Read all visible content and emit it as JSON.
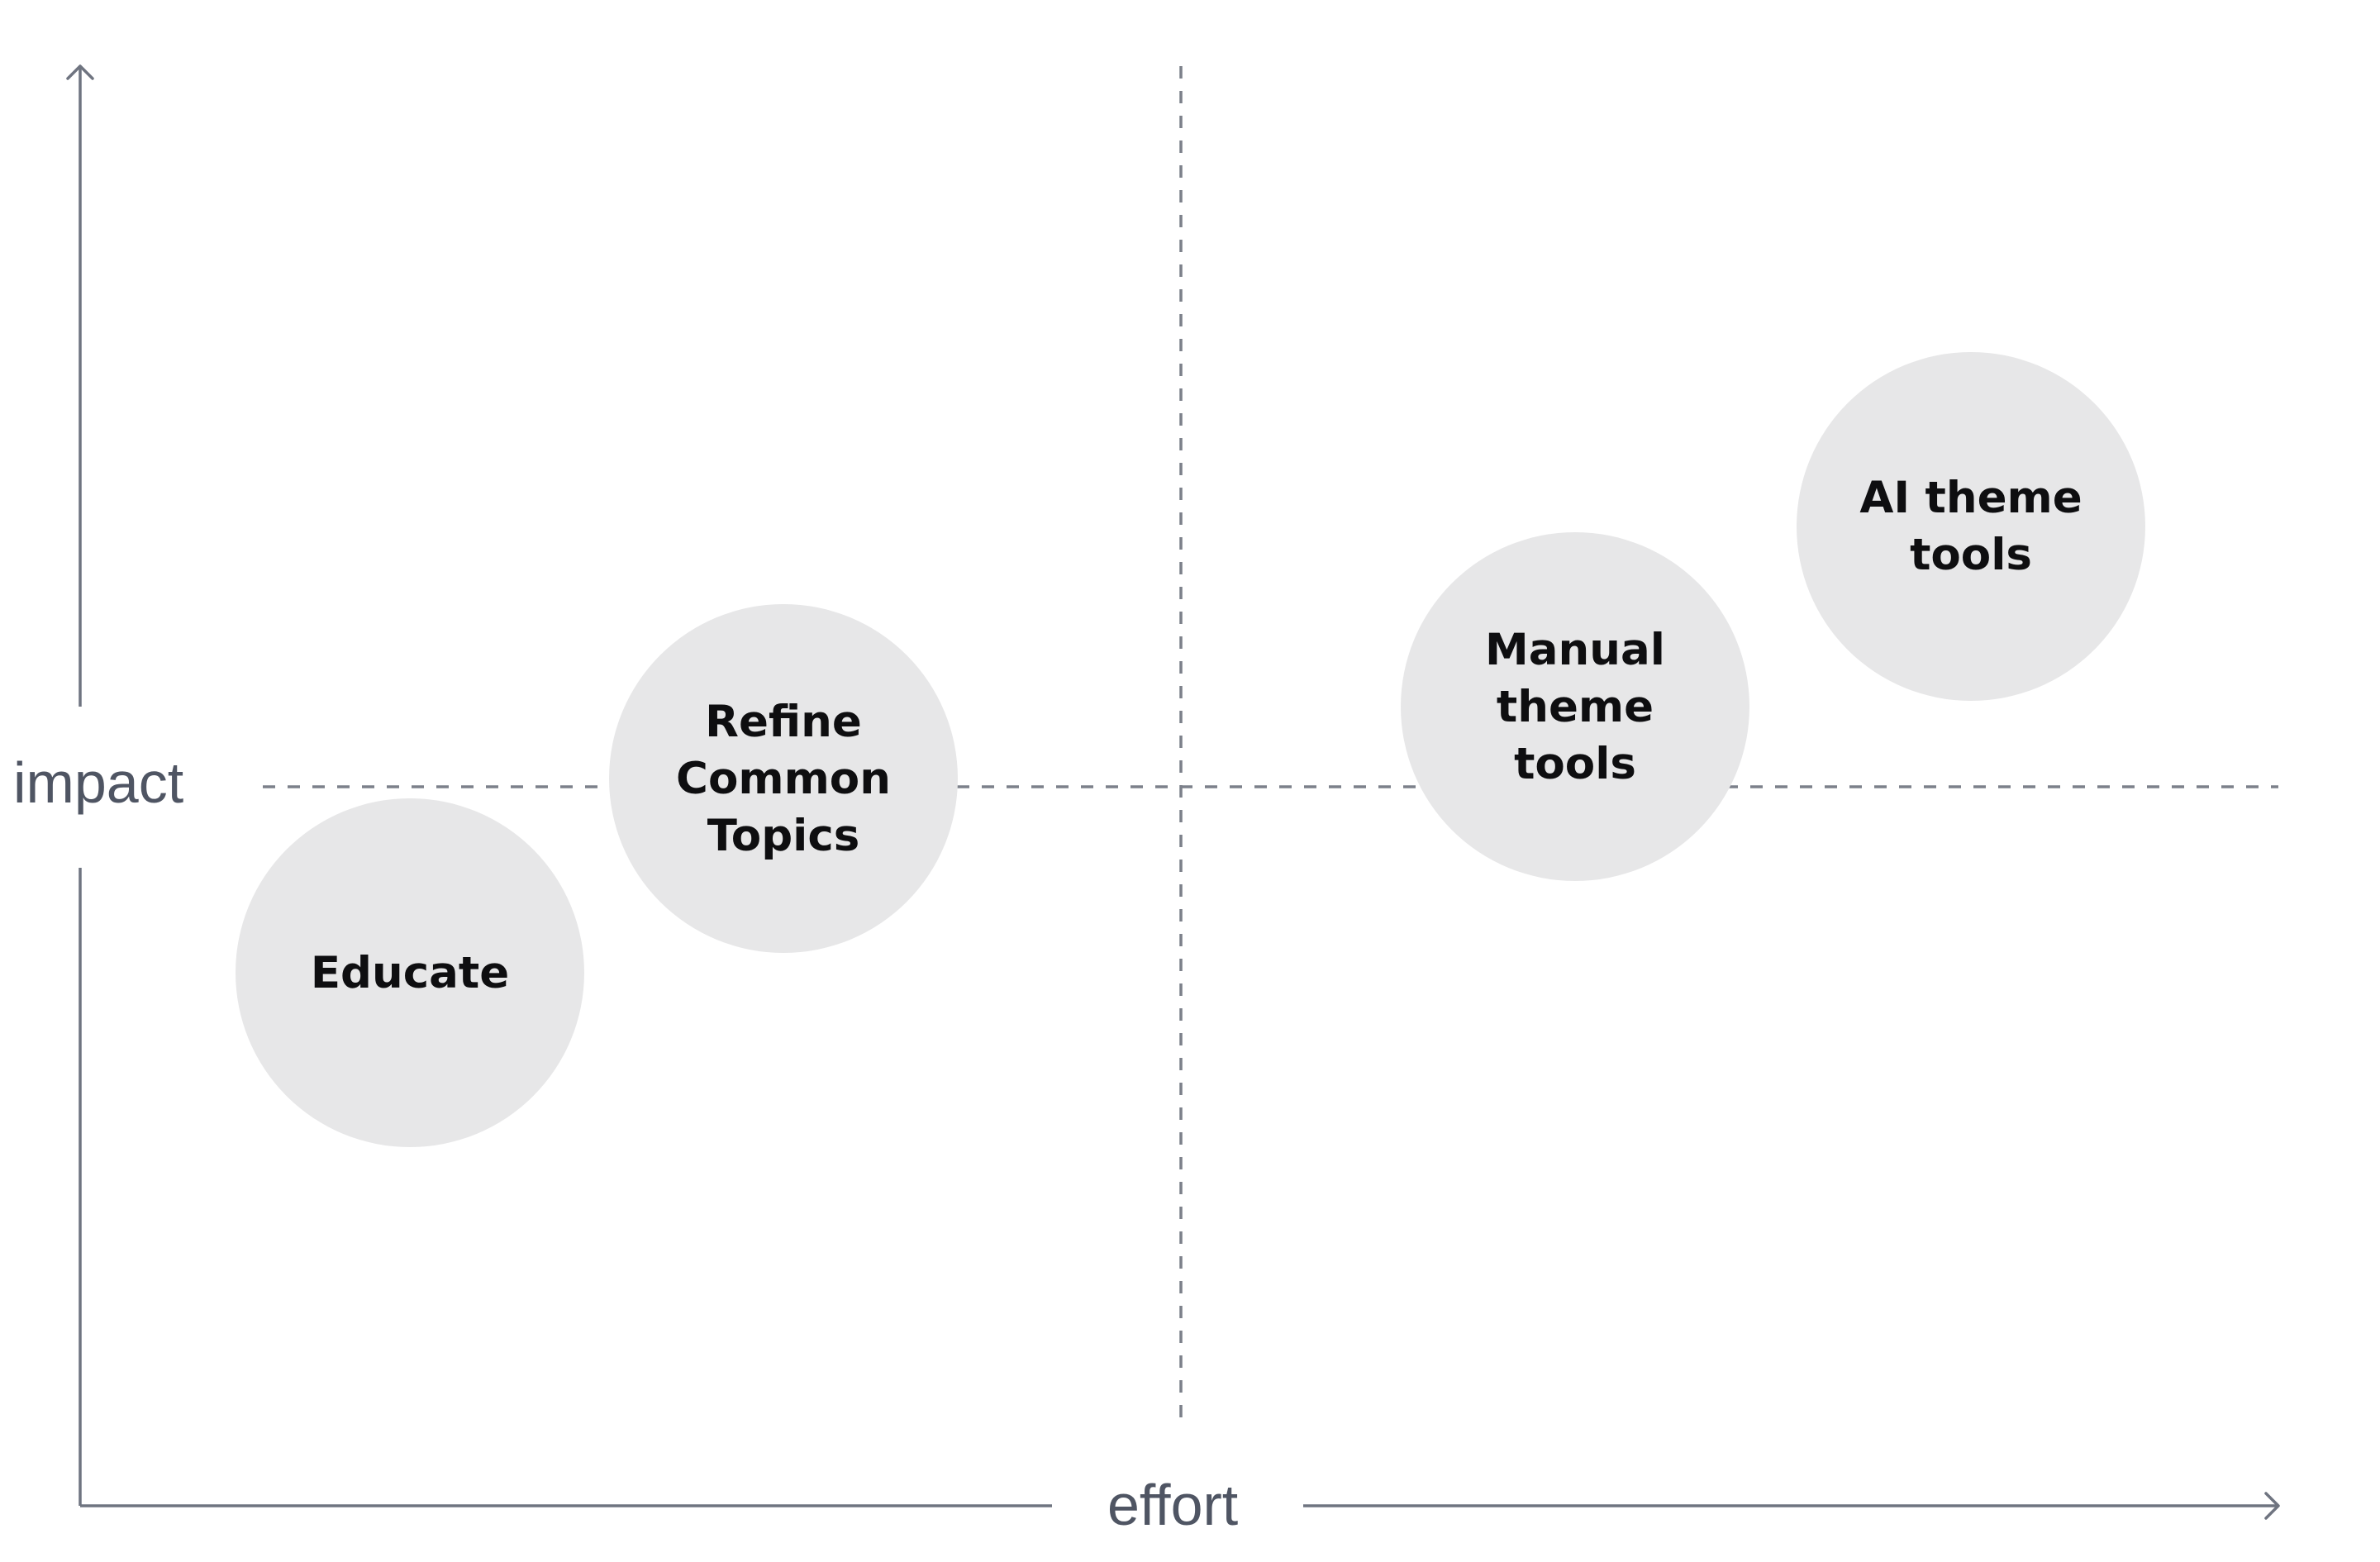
{
  "axes": {
    "x_label": "effort",
    "y_label": "impact"
  },
  "items": [
    {
      "id": "educate",
      "label": "Educate",
      "effort": 0.15,
      "impact": 0.37
    },
    {
      "id": "refine-common-topics",
      "label": "Refine Common Topics",
      "effort": 0.32,
      "impact": 0.505
    },
    {
      "id": "manual-theme-tools",
      "label": "Manual theme tools",
      "effort": 0.68,
      "impact": 0.555
    },
    {
      "id": "ai-theme-tools",
      "label": "AI theme tools",
      "effort": 0.86,
      "impact": 0.68
    }
  ],
  "colors": {
    "axis": "#6f7480",
    "bubble_fill": "#e7e7e8",
    "bubble_text": "#0e0e10",
    "axis_label": "#4f5563"
  }
}
